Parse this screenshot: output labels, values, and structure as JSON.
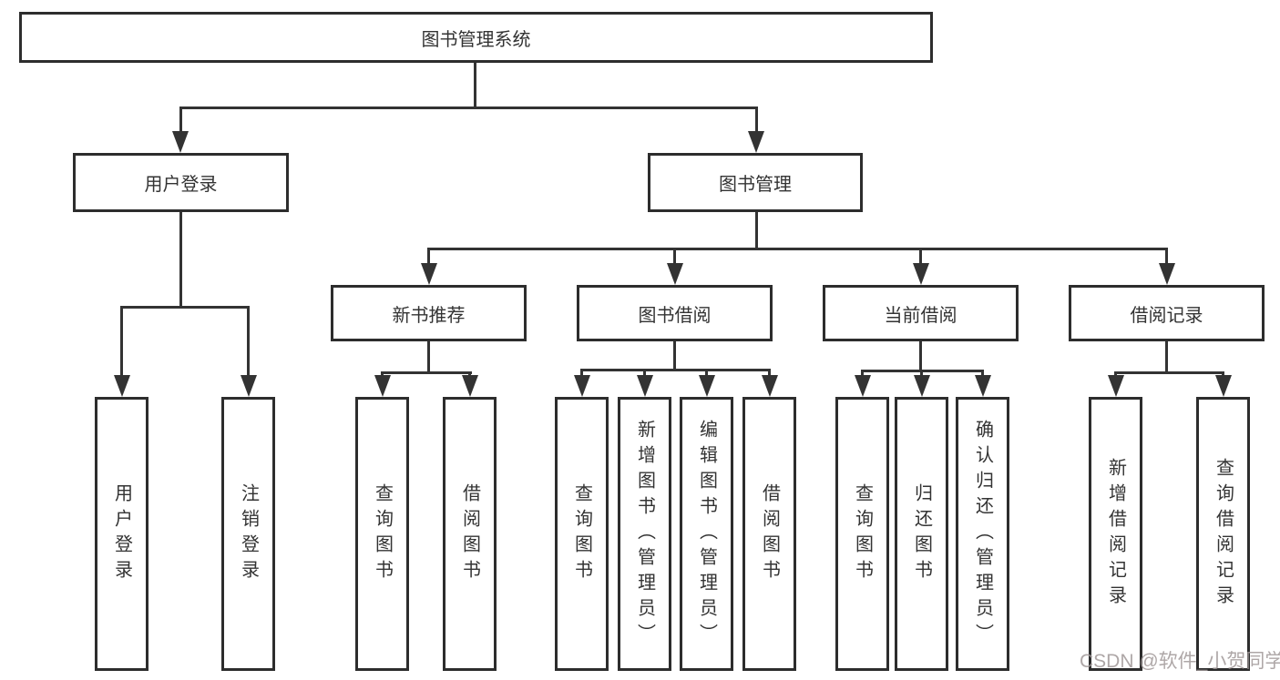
{
  "diagram_type": "hierarchy-tree",
  "colors": {
    "background": "#ffffff",
    "box_border": "#2d2d2d",
    "line": "#333333",
    "text": "#333333",
    "watermark": "#a89898"
  },
  "tree": {
    "label": "图书管理系统",
    "children": [
      {
        "label": "用户登录",
        "children": [
          {
            "label": "用户登录"
          },
          {
            "label": "注销登录"
          }
        ]
      },
      {
        "label": "图书管理",
        "children": [
          {
            "label": "新书推荐",
            "children": [
              {
                "label": "查询图书"
              },
              {
                "label": "借阅图书"
              }
            ]
          },
          {
            "label": "图书借阅",
            "children": [
              {
                "label": "查询图书"
              },
              {
                "label": "新增图书（管理员）"
              },
              {
                "label": "编辑图书（管理员）"
              },
              {
                "label": "借阅图书"
              }
            ]
          },
          {
            "label": "当前借阅",
            "children": [
              {
                "label": "查询图书"
              },
              {
                "label": "归还图书"
              },
              {
                "label": "确认归还（管理员）"
              }
            ]
          },
          {
            "label": "借阅记录",
            "children": [
              {
                "label": "新增借阅记录"
              },
              {
                "label": "查询借阅记录"
              }
            ]
          }
        ]
      }
    ]
  },
  "watermark": {
    "text": "CSDN @软件_小贺同学"
  }
}
